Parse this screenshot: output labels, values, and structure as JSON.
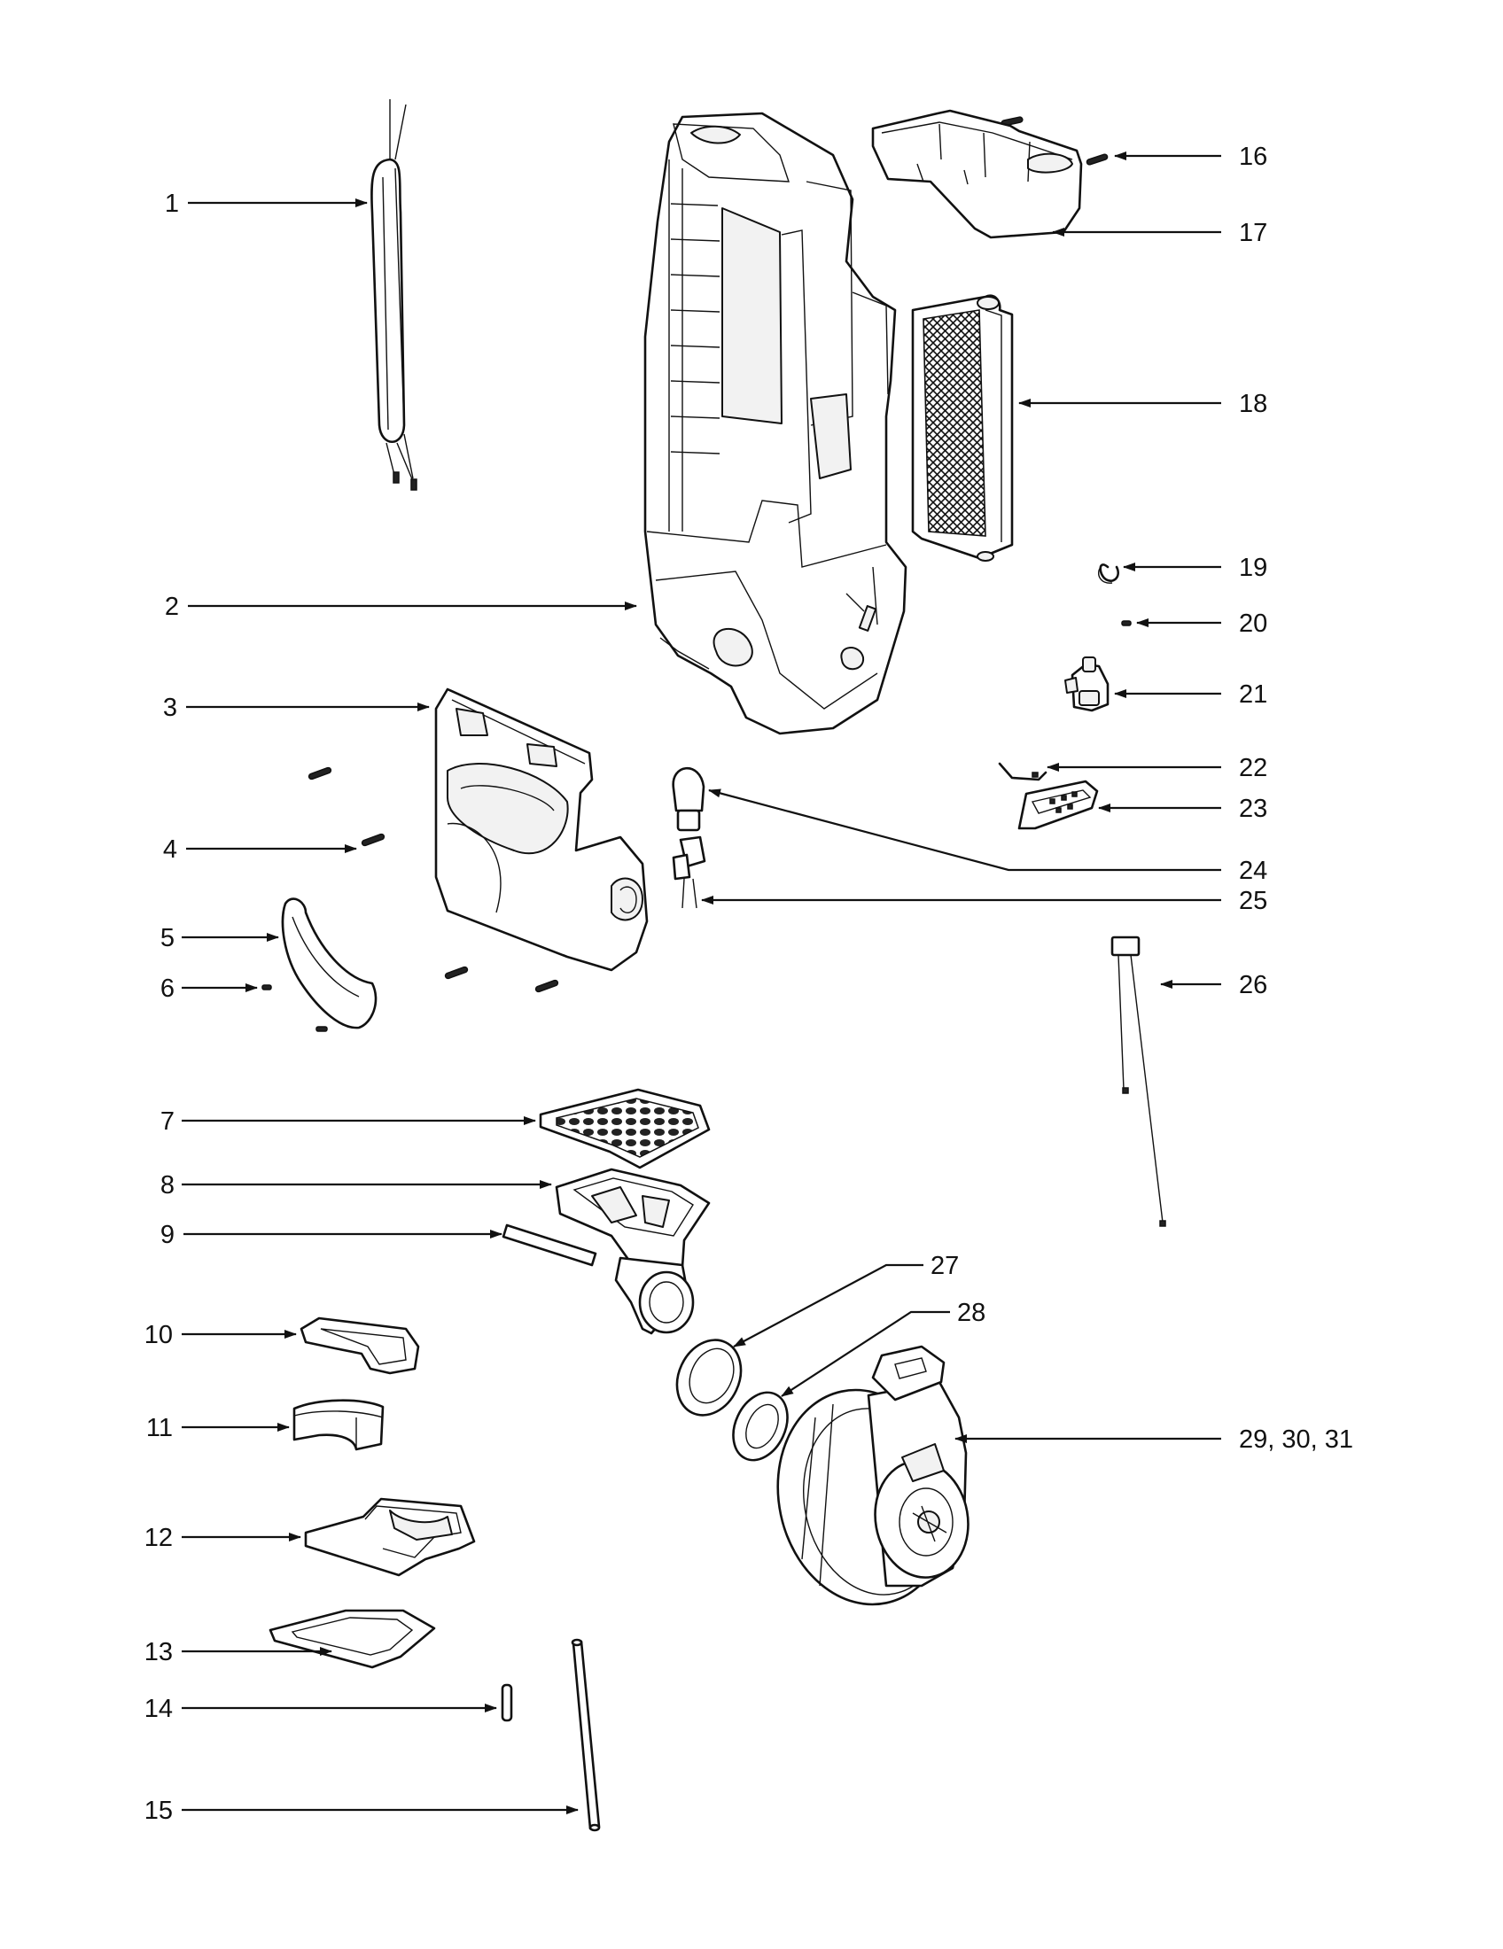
{
  "callouts": [
    {
      "id": "1",
      "text": "1"
    },
    {
      "id": "2",
      "text": "2"
    },
    {
      "id": "3",
      "text": "3"
    },
    {
      "id": "4",
      "text": "4"
    },
    {
      "id": "5",
      "text": "5"
    },
    {
      "id": "6",
      "text": "6"
    },
    {
      "id": "7",
      "text": "7"
    },
    {
      "id": "8",
      "text": "8"
    },
    {
      "id": "9",
      "text": "9"
    },
    {
      "id": "10",
      "text": "10"
    },
    {
      "id": "11",
      "text": "11"
    },
    {
      "id": "12",
      "text": "12"
    },
    {
      "id": "13",
      "text": "13"
    },
    {
      "id": "14",
      "text": "14"
    },
    {
      "id": "15",
      "text": "15"
    },
    {
      "id": "16",
      "text": "16"
    },
    {
      "id": "17",
      "text": "17"
    },
    {
      "id": "18",
      "text": "18"
    },
    {
      "id": "19",
      "text": "19"
    },
    {
      "id": "20",
      "text": "20"
    },
    {
      "id": "21",
      "text": "21"
    },
    {
      "id": "22",
      "text": "22"
    },
    {
      "id": "23",
      "text": "23"
    },
    {
      "id": "24",
      "text": "24"
    },
    {
      "id": "25",
      "text": "25"
    },
    {
      "id": "26",
      "text": "26"
    },
    {
      "id": "27",
      "text": "27"
    },
    {
      "id": "28",
      "text": "28"
    },
    {
      "id": "29-30-31",
      "text": "29, 30, 31"
    }
  ],
  "colors": {
    "ink": "#111111",
    "paper": "#ffffff"
  }
}
